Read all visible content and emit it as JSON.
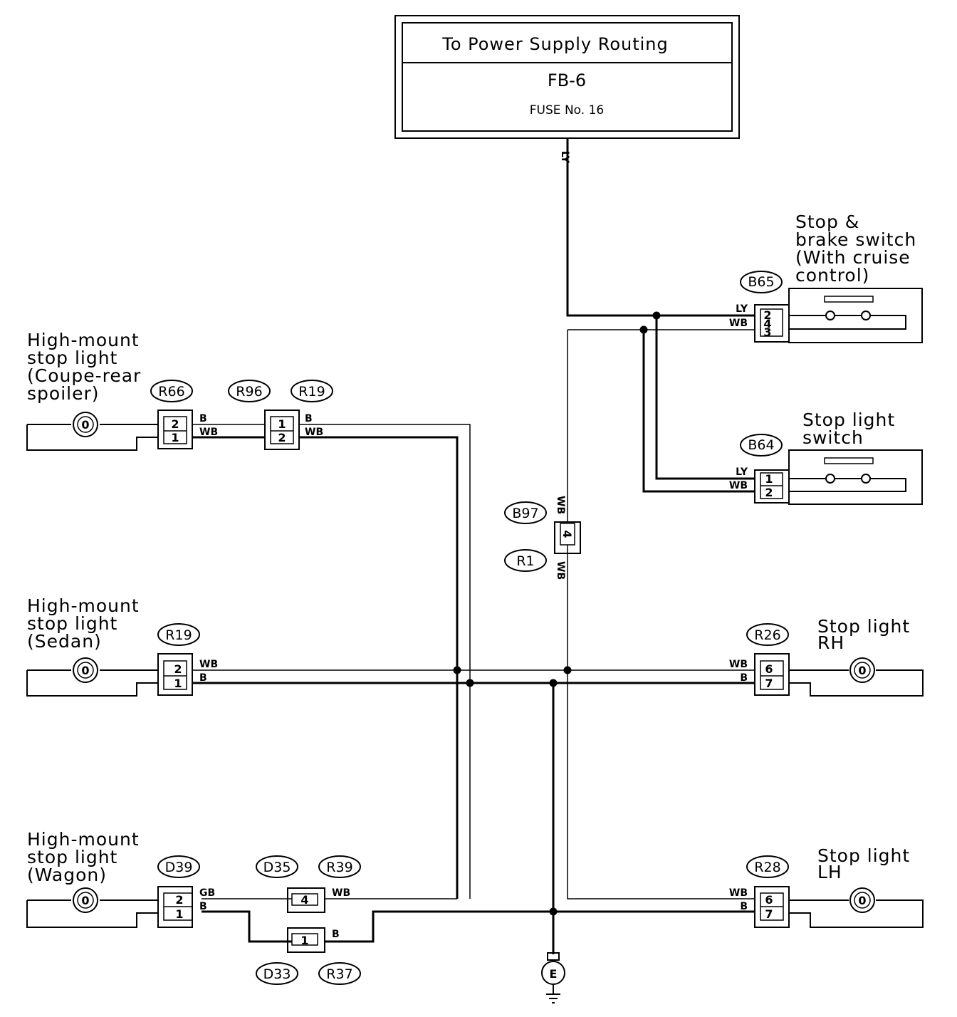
{
  "power_box": {
    "title": "To Power Supply Routing",
    "block": "FB-6",
    "fuse": "FUSE No. 16",
    "wire": "LY"
  },
  "components": {
    "high_mount_coupe": [
      "High-mount",
      "stop light",
      "(Coupe-rear",
      "spoiler)"
    ],
    "high_mount_sedan": [
      "High-mount",
      "stop light",
      "(Sedan)"
    ],
    "high_mount_wagon": [
      "High-mount",
      "stop light",
      "(Wagon)"
    ],
    "stop_brake_switch": [
      "Stop &",
      "brake switch",
      "(With cruise",
      "control)"
    ],
    "stop_light_switch": [
      "Stop light",
      "switch"
    ],
    "stop_light_rh": [
      "Stop light",
      "RH"
    ],
    "stop_light_lh": [
      "Stop light",
      "LH"
    ],
    "ground": "E"
  },
  "connectors": {
    "b65": "B65",
    "b64": "B64",
    "b97": "B97",
    "r1": "R1",
    "r66": "R66",
    "r96": "R96",
    "r19_top": "R19",
    "r19_sedan": "R19",
    "r26": "R26",
    "r28": "R28",
    "d39": "D39",
    "d35": "D35",
    "r39": "R39",
    "d33": "D33",
    "r37": "R37"
  },
  "pins": {
    "b65": [
      "2",
      "4",
      "3"
    ],
    "b64": [
      "1",
      "2"
    ],
    "b97": "4",
    "r66": [
      "2",
      "1"
    ],
    "r19_top": [
      "1",
      "2"
    ],
    "r19_sedan": [
      "2",
      "1"
    ],
    "r26": [
      "6",
      "7"
    ],
    "r28": [
      "6",
      "7"
    ],
    "d39": [
      "2",
      "1"
    ],
    "d35": "4",
    "d33": "1"
  },
  "wire_labels": {
    "ly": "LY",
    "wb": "WB",
    "b": "B",
    "gb": "GB"
  },
  "lamp_symbol": "0"
}
